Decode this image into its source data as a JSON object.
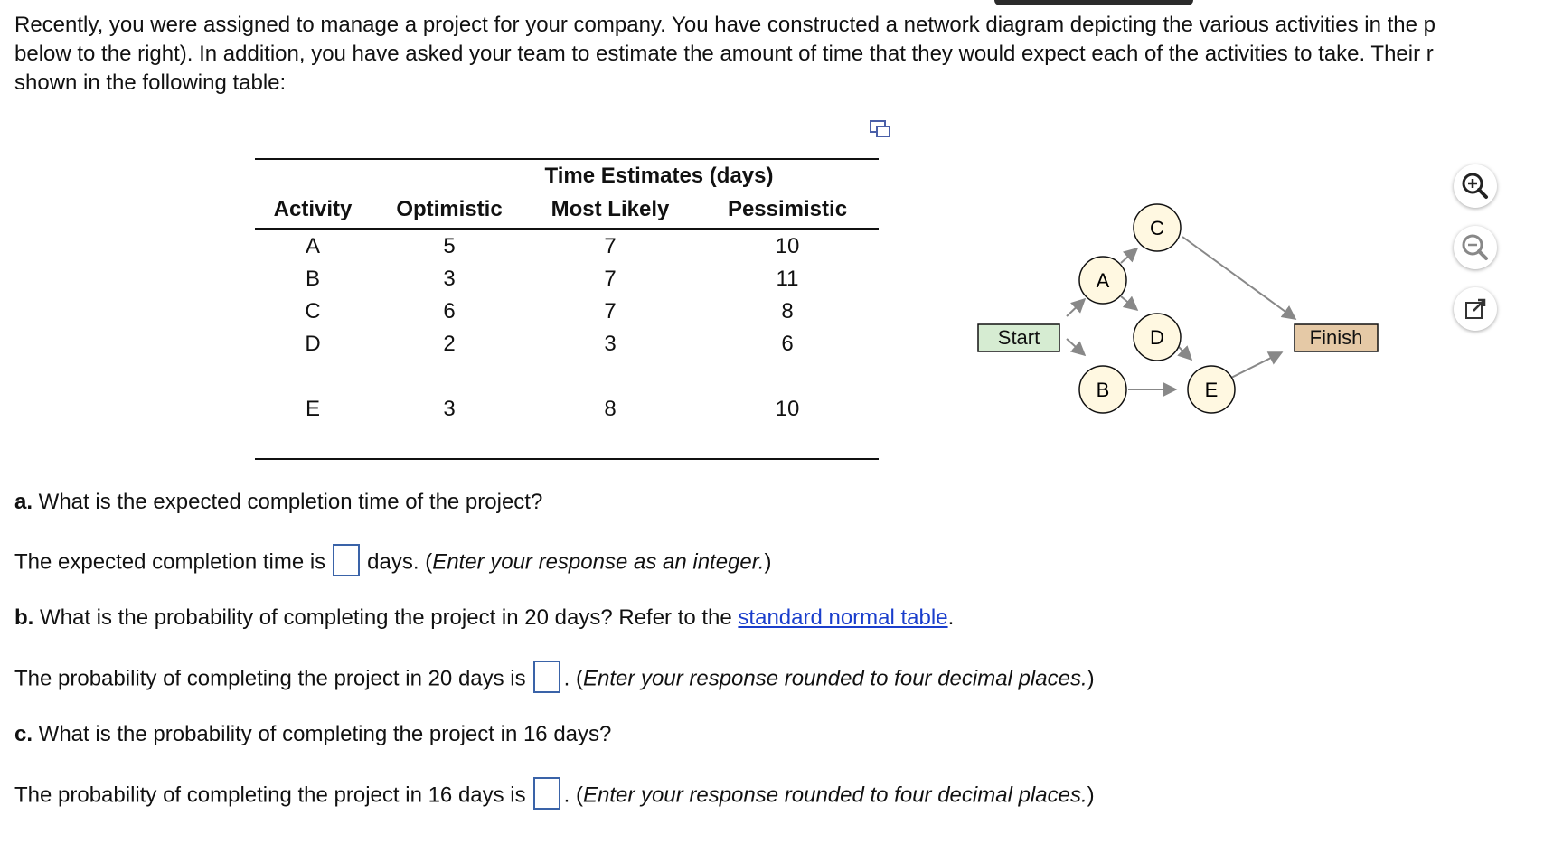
{
  "intro": {
    "line1": "Recently, you were assigned to manage a project for your company. You have constructed a network diagram depicting the various activities in the p",
    "line2": "below to the right). In addition, you have asked your team to estimate the amount of time that they would expect each of the activities to take. Their r",
    "line3": "shown in the following table:"
  },
  "table": {
    "span_header": "Time Estimates (days)",
    "columns": [
      "Activity",
      "Optimistic",
      "Most Likely",
      "Pessimistic"
    ],
    "rows": [
      [
        "A",
        "5",
        "7",
        "10"
      ],
      [
        "B",
        "3",
        "7",
        "11"
      ],
      [
        "C",
        "6",
        "7",
        "8"
      ],
      [
        "D",
        "2",
        "3",
        "6"
      ],
      [
        "E",
        "3",
        "8",
        "10"
      ]
    ]
  },
  "diagram": {
    "start": "Start",
    "finish": "Finish",
    "nodes": [
      "A",
      "B",
      "C",
      "D",
      "E"
    ],
    "colors": {
      "start_fill": "#d6ecd2",
      "finish_fill": "#e5c9a6",
      "node_fill": "#fff8e1",
      "arrow": "#888888"
    }
  },
  "tools": {
    "zoom_in": "zoom-in-icon",
    "zoom_out": "zoom-out-icon",
    "popout": "popout-icon"
  },
  "questions": {
    "a_label": "a.",
    "a_text": " What is the expected completion time of the project?",
    "a_answer_pre": "The expected completion time is",
    "a_answer_post": "days. (",
    "a_hint": "Enter your response as an integer.",
    "a_close": ")",
    "b_label": "b.",
    "b_text": " What is the probability of completing the project in 20 days? Refer to the ",
    "b_link": "standard normal table",
    "b_end": ".",
    "b_answer_pre": "The probability of completing the project in 20 days is",
    "b_hint": "Enter your response rounded to four decimal places.",
    "c_label": "c.",
    "c_text": " What is the probability of completing the project in 16 days?",
    "c_answer_pre": "The probability of completing the project in 16 days is",
    "c_hint": "Enter your response rounded to four decimal places.",
    "dot_paren": ". (",
    "close": ")"
  }
}
